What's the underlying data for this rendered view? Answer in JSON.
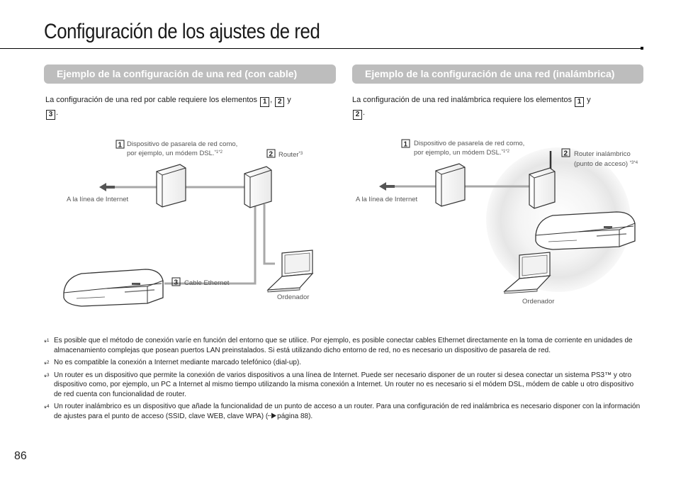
{
  "page": {
    "title": "Configuración de los ajustes de red",
    "number": "86"
  },
  "wired": {
    "header": "Ejemplo de la configuración de una red (con cable)",
    "intro_before": "La configuración de una red por cable requiere los elementos ",
    "intro_sep1": ", ",
    "intro_and": " y",
    "intro_end": ".",
    "items": [
      "1",
      "2",
      "3"
    ],
    "label_gateway_line1": "Dispositivo de pasarela de red como,",
    "label_gateway_line2": "por ejemplo, un módem DSL.",
    "label_gateway_note": "*1*2",
    "label_router": "Router",
    "label_router_note": "*3",
    "label_internet": "A la línea de Internet",
    "label_cable": "Cable Ethernet",
    "label_laptop": "Ordenador"
  },
  "wireless": {
    "header": "Ejemplo de la configuración de una red (inalámbrica)",
    "intro_before": "La configuración de una red inalámbrica requiere los elementos ",
    "intro_and": " y",
    "intro_end": ".",
    "items": [
      "1",
      "2"
    ],
    "label_gateway_line1": "Dispositivo de pasarela de red como,",
    "label_gateway_line2": "por ejemplo, un módem DSL.",
    "label_gateway_note": "*1*2",
    "label_router_line1": "Router inalámbrico",
    "label_router_line2": "(punto de acceso) ",
    "label_router_note": "*3*4",
    "label_internet": "A la línea de Internet",
    "label_laptop": "Ordenador"
  },
  "footnotes": [
    {
      "mark": "*",
      "num": "1",
      "text": "Es posible que el método de conexión varíe en función del entorno que se utilice. Por ejemplo, es posible conectar cables Ethernet directamente en la toma de corriente en unidades de almacenamiento complejas que posean puertos LAN preinstalados. Si está utilizando dicho entorno de red, no es necesario un dispositivo de pasarela de red."
    },
    {
      "mark": "*",
      "num": "2",
      "text": "No es compatible la conexión a Internet mediante marcado telefónico (dial-up)."
    },
    {
      "mark": "*",
      "num": "3",
      "text": "Un router es un dispositivo que permite la conexión de varios dispositivos a una línea de Internet. Puede ser necesario disponer de un router si desea conectar un sistema PS3™ y otro dispositivo como, por ejemplo, un PC a Internet al mismo tiempo utilizando la misma conexión a Internet. Un router no es necesario si el módem DSL, módem de cable u otro dispositivo de red cuenta con funcionalidad de router."
    },
    {
      "mark": "*",
      "num": "4",
      "text": "Un router inalámbrico es un dispositivo que añade la funcionalidad de un punto de acceso a un router. Para una configuración de red inalámbrica es necesario disponer con la información de ajustes para el punto de acceso (SSID, clave WEB, clave WPA) (",
      "ref": "página 88)."
    }
  ]
}
